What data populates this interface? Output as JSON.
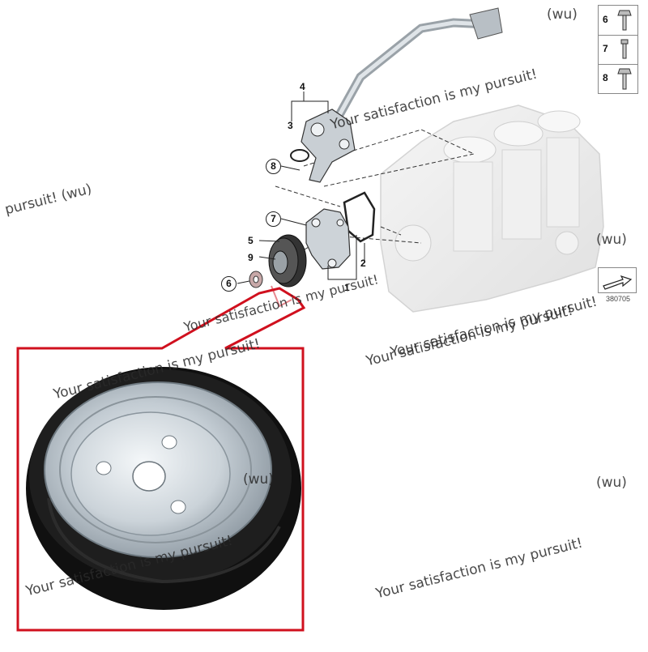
{
  "callouts": {
    "c1": "1",
    "c2": "2",
    "c3": "3",
    "c4": "4",
    "c5": "5",
    "c6": "6",
    "c7": "7",
    "c8": "8",
    "c9": "9"
  },
  "legend": [
    {
      "label": "6"
    },
    {
      "label": "7"
    },
    {
      "label": "8"
    }
  ],
  "reference_number": "380705",
  "watermarks": {
    "w1": "(wu)",
    "w2": "pursuit!   (wu)",
    "w3": "Your satisfaction is my pursuit!",
    "w4": "(wu)",
    "w5": "Your satisfaction is my pursuit!",
    "w6": "Your satisfaction is my pursuit!",
    "w7": "Your satisfaction is my pursuit!",
    "w8": "(wu)",
    "w9": "Your satisfaction is my pursuit!",
    "w10": "(wu)",
    "w11": "Your satisfaction is my pursuit!",
    "w12": "Your satisfaction is my pursuit!"
  },
  "colors": {
    "highlight_frame": "#d0101e",
    "line_art": "#222222",
    "engine_fill": "#d9d9d9",
    "pulley_rubber": "#121212",
    "pulley_steel": "#b9c4cc"
  }
}
